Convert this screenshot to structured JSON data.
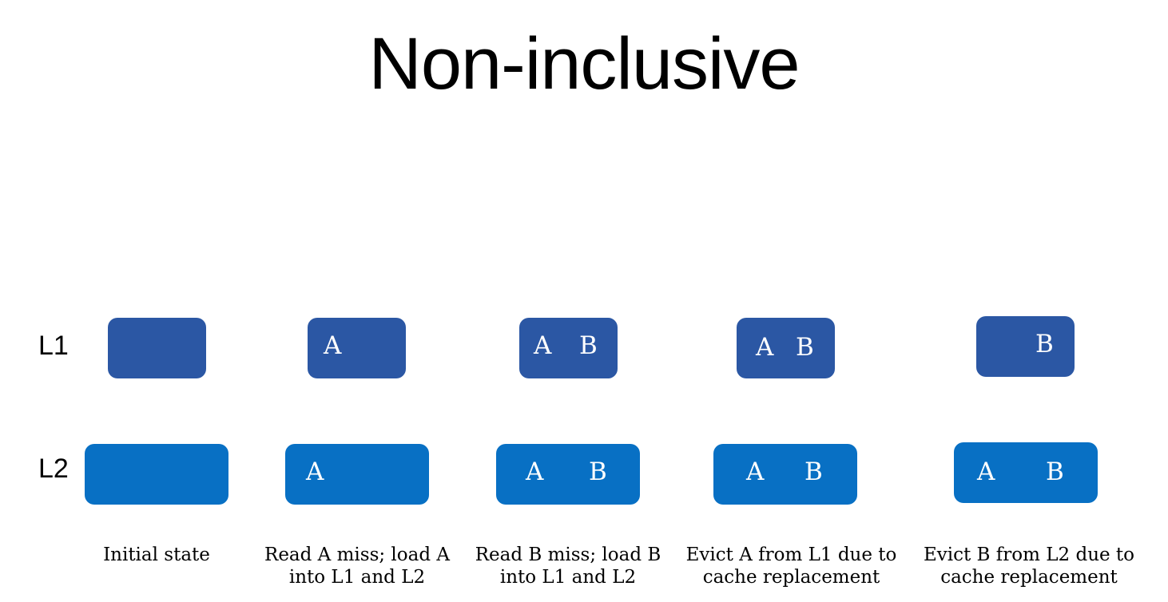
{
  "title": "Non-inclusive",
  "levels": {
    "l1": "L1",
    "l2": "L2"
  },
  "colors": {
    "l1_block": "#2b57a4",
    "l2_block": "#0870c4",
    "letter": "#ffffff"
  },
  "steps": [
    {
      "l1": {
        "first": "",
        "second": ""
      },
      "l2": {
        "first": "",
        "second": ""
      },
      "caption": {
        "line1": "Initial state",
        "line2": ""
      }
    },
    {
      "l1": {
        "first": "A",
        "second": ""
      },
      "l2": {
        "first": "A",
        "second": ""
      },
      "caption": {
        "line1": "Read A miss; load A",
        "line2": "into L1 and L2"
      }
    },
    {
      "l1": {
        "first": "A",
        "second": "B"
      },
      "l2": {
        "first": "A",
        "second": "B"
      },
      "caption": {
        "line1": "Read B miss; load B",
        "line2": "into L1 and L2"
      }
    },
    {
      "l1": {
        "first": "A",
        "second": "B"
      },
      "l2": {
        "first": "A",
        "second": "B"
      },
      "caption": {
        "line1": "Evict A from L1 due to",
        "line2": "cache replacement"
      }
    },
    {
      "l1": {
        "first": "",
        "second": "B"
      },
      "l2": {
        "first": "A",
        "second": "B"
      },
      "caption": {
        "line1": "Evict B from L2 due to",
        "line2": "cache replacement"
      }
    }
  ]
}
